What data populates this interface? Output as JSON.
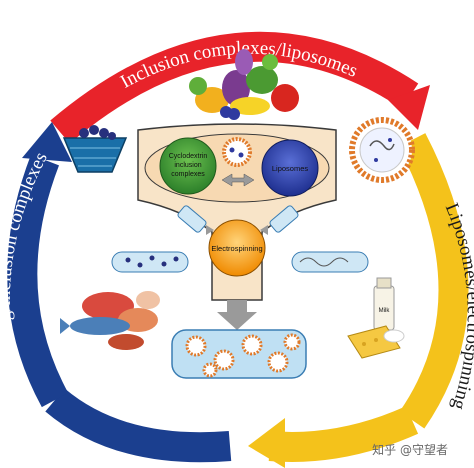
{
  "arrows": {
    "top": {
      "label": "Inclusion complexes/liposomes",
      "color": "#e8232a",
      "text_color": "#ffffff"
    },
    "right": {
      "label": "Liposomes/electrospinning",
      "color": "#f4c21b",
      "text_color": "#1a1a1a"
    },
    "left": {
      "label": "Electrospinning/inclusion complexes",
      "color": "#1b3f8f",
      "text_color": "#ffffff"
    }
  },
  "funnel": {
    "cyclodextrin_label": [
      "Cyclodextrin",
      "inclusion",
      "complexes"
    ],
    "liposomes_label": "Liposomes",
    "electrospinning_label": "Electrospinning"
  },
  "watermark": "知乎 @守望者",
  "colors": {
    "funnel_fill": "#f8e4c8",
    "cd_green": "#3d9a35",
    "lipo_blue": "#2f48b8",
    "es_orange": "#f5a623",
    "fiber_blue": "#cfe7f5",
    "connector_gray": "#9a9a9a"
  }
}
